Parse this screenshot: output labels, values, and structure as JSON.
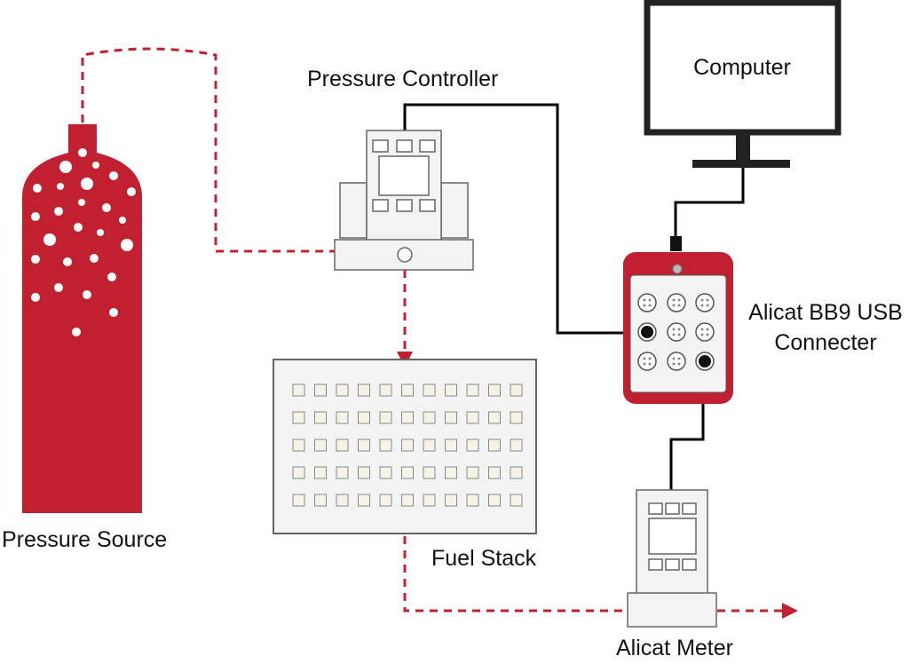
{
  "labels": {
    "pressure_source": "Pressure Source",
    "pressure_controller": "Pressure Controller",
    "computer": "Computer",
    "connector_line1": "Alicat BB9 USB",
    "connector_line2": "Connecter",
    "fuel_stack": "Fuel Stack",
    "alicat_meter": "Alicat Meter"
  },
  "colors": {
    "accent_red": "#c0202f",
    "device_fill": "#f3f3f3",
    "stroke_gray": "#666666",
    "cable": "#000000"
  },
  "icons": [
    "gas-cylinder-icon",
    "flow-controller-icon",
    "monitor-icon",
    "usb-hub-icon",
    "fuel-stack-icon",
    "flow-meter-icon",
    "arrow-head-icon"
  ]
}
